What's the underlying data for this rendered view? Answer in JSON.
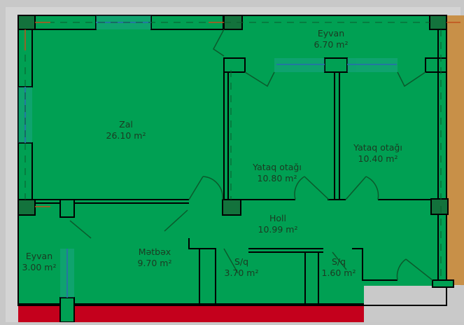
{
  "plan": {
    "colors": {
      "background": "#c8c8c8",
      "floor": "#00a053",
      "wall": "#000000",
      "column_fill": "#13723c",
      "window": "#1f5fa0",
      "adjacent_unit": "#c89048",
      "corridor_red": "#c4001c",
      "stair_grey": "#c9c9c9"
    },
    "rooms": [
      {
        "id": "zal",
        "name": "Zal",
        "area": "26.10 m²"
      },
      {
        "id": "eyvan-top",
        "name": "Eyvan",
        "area": "6.70 m²"
      },
      {
        "id": "yataq-1",
        "name": "Yataq otağı",
        "area": "10.80 m²"
      },
      {
        "id": "yataq-2",
        "name": "Yataq otağı",
        "area": "10.40 m²"
      },
      {
        "id": "holl",
        "name": "Holl",
        "area": "10.99 m²"
      },
      {
        "id": "eyvan-left",
        "name": "Eyvan",
        "area": "3.00 m²"
      },
      {
        "id": "metbex",
        "name": "Mətbəx",
        "area": "9.70 m²"
      },
      {
        "id": "sq-1",
        "name": "S/q",
        "area": "3.70 m²"
      },
      {
        "id": "sq-2",
        "name": "S/q",
        "area": "1.60 m²"
      }
    ]
  }
}
